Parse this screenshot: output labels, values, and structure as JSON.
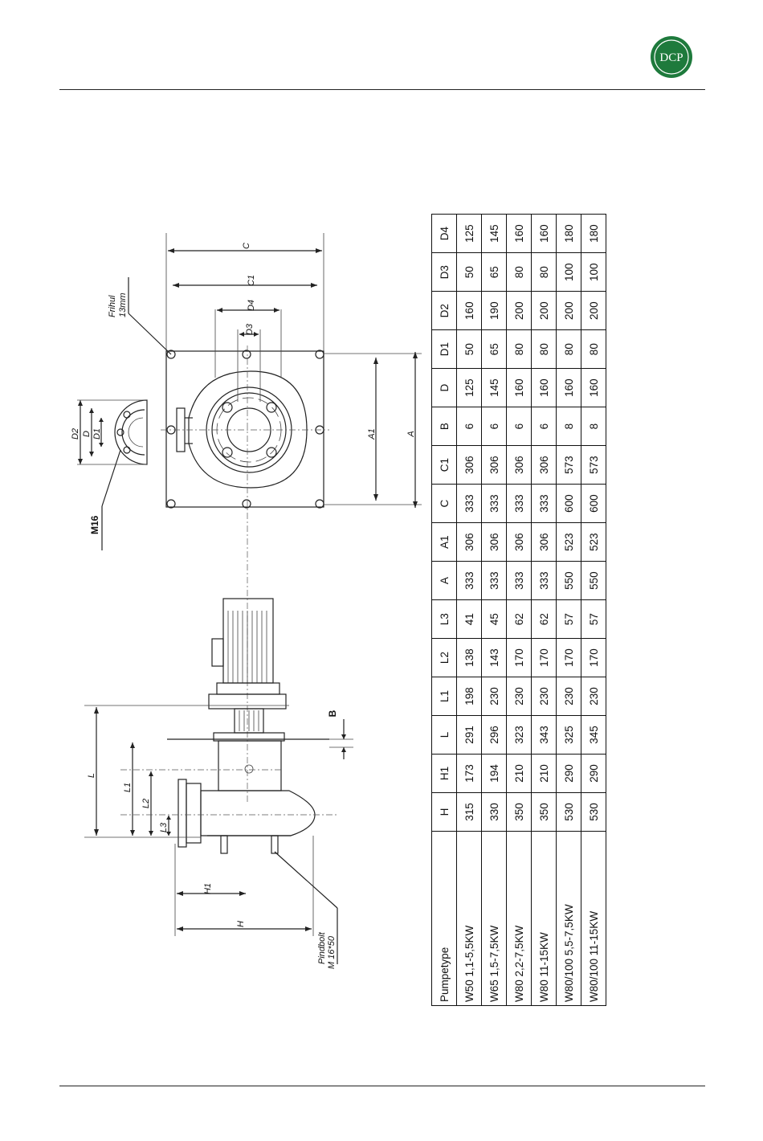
{
  "logo": {
    "text": "DCP",
    "color": "#1e7a3c"
  },
  "labels": {
    "frihul": "Frihul",
    "frihul_size": "13mm",
    "m16": "M16",
    "pindbolt": "Pindbolt",
    "pindbolt_size": "M 16*50",
    "C": "C",
    "C1": "C1",
    "D4": "D4",
    "D3": "D3",
    "A1": "A1",
    "A": "A",
    "D2": "D2",
    "D": "D",
    "D1": "D1",
    "L": "L",
    "L1": "L1",
    "L2": "L2",
    "L3": "L3",
    "H1": "H1",
    "H": "H",
    "B": "B"
  },
  "table": {
    "headers": [
      "Pumpetype",
      "H",
      "H1",
      "L",
      "L1",
      "L2",
      "L3",
      "A",
      "A1",
      "C",
      "C1",
      "B",
      "D",
      "D1",
      "D2",
      "D3",
      "D4"
    ],
    "rows": [
      [
        "W50 1,1-5,5KW",
        "315",
        "173",
        "291",
        "198",
        "138",
        "41",
        "333",
        "306",
        "333",
        "306",
        "6",
        "125",
        "50",
        "160",
        "50",
        "125"
      ],
      [
        "W65 1,5-7,5KW",
        "330",
        "194",
        "296",
        "230",
        "143",
        "45",
        "333",
        "306",
        "333",
        "306",
        "6",
        "145",
        "65",
        "190",
        "65",
        "145"
      ],
      [
        "W80 2,2-7,5KW",
        "350",
        "210",
        "323",
        "230",
        "170",
        "62",
        "333",
        "306",
        "333",
        "306",
        "6",
        "160",
        "80",
        "200",
        "80",
        "160"
      ],
      [
        "W80 11-15KW",
        "350",
        "210",
        "343",
        "230",
        "170",
        "62",
        "333",
        "306",
        "333",
        "306",
        "6",
        "160",
        "80",
        "200",
        "80",
        "160"
      ],
      [
        "W80/100 5,5-7,5KW",
        "530",
        "290",
        "325",
        "230",
        "170",
        "57",
        "550",
        "523",
        "600",
        "573",
        "8",
        "160",
        "80",
        "200",
        "100",
        "180"
      ],
      [
        "W80/100 11-15KW",
        "530",
        "290",
        "345",
        "230",
        "170",
        "57",
        "550",
        "523",
        "600",
        "573",
        "8",
        "160",
        "80",
        "200",
        "100",
        "180"
      ]
    ]
  }
}
